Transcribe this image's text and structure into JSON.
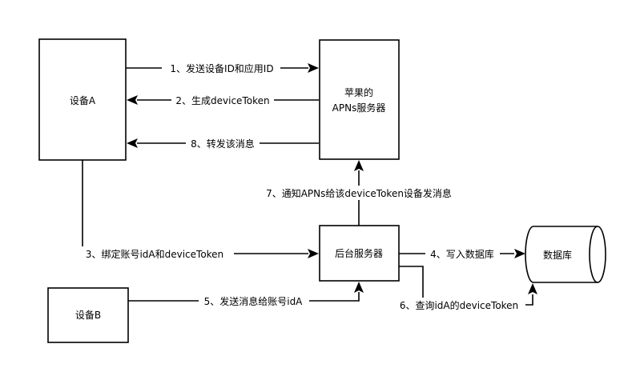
{
  "nodes": {
    "device_a": "设备A",
    "apple_apns_line1": "苹果的",
    "apple_apns_line2": "APNs服务器",
    "backend_server": "后台服务器",
    "database": "数据库",
    "device_b": "设备B"
  },
  "edges": {
    "step1": "1、发送设备ID和应用ID",
    "step2": "2、生成deviceToken",
    "step3": "3、绑定账号idA和deviceToken",
    "step4": "4、写入数据库",
    "step5": "5、发送消息给账号idA",
    "step6": "6、查询idA的deviceToken",
    "step7": "7、通知APNs给该deviceToken设备发消息",
    "step8": "8、转发该消息"
  },
  "colors": {
    "stroke": "#000000",
    "background": "#ffffff"
  }
}
